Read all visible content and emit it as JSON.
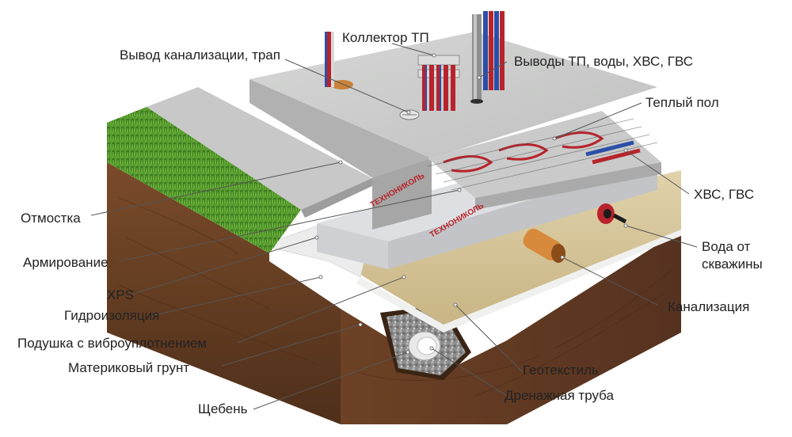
{
  "labels": {
    "kollektor_tp": "Коллектор ТП",
    "vyvod_kanalizacii": "Вывод канализации, трап",
    "vyvody_tp": "Выводы ТП, воды, ХВС, ГВС",
    "teplyi_pol": "Теплый пол",
    "hvs_gvs": "ХВС, ГВС",
    "otmostka": "Отмостка",
    "armirovanie": "Армирование",
    "voda_ot_skvazhiny_1": "Вода от",
    "voda_ot_skvazhiny_2": "скважины",
    "xps": "XPS",
    "gidroizolyaciya": "Гидроизоляция",
    "kanalizaciya": "Канализация",
    "podushka": "Подушка с виброуплотнением",
    "materikovyi_grunt": "Материковый грунт",
    "geotekstil": "Геотекстиль",
    "shcheben": "Щебень",
    "drenazhnaya_truba": "Дренажная труба"
  },
  "board_text": "ТЕХНОНИКОЛЬ",
  "colors": {
    "concrete_top": "#cfd0cf",
    "concrete_side": "#a9aaa9",
    "soil": "#6b4226",
    "soil_dark": "#4a2c18",
    "grass": "#4f8f2a",
    "sand": "#d9c79c",
    "xps": "#d8d9dc",
    "pipe_red": "#b8232c",
    "pipe_blue": "#2b4fa8",
    "sewer_orange": "#d88a3c",
    "leader_line": "#555555"
  }
}
